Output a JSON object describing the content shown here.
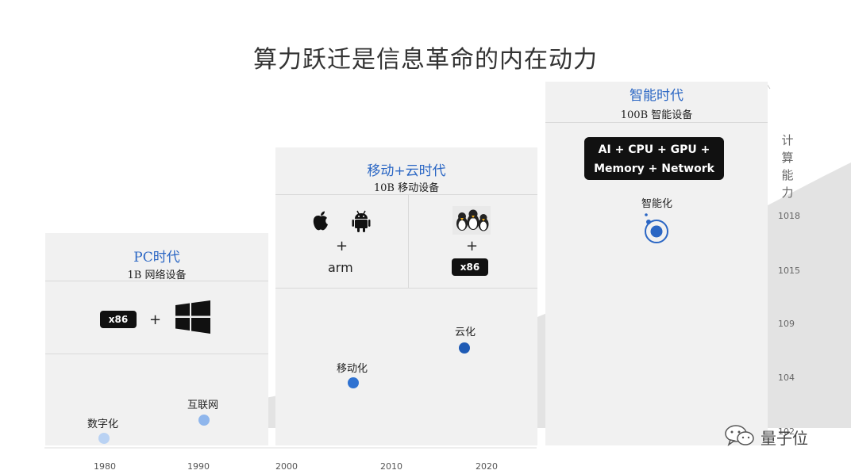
{
  "title": "算力跃迁是信息革命的内在动力",
  "eras": [
    {
      "name": "PC时代",
      "devices": "1B 网络设备",
      "badge": "x86",
      "plus": "+",
      "os_icon": "windows-logo"
    },
    {
      "name": "移动+云时代",
      "devices": "10B 移动设备",
      "left": {
        "icons": [
          "apple-logo",
          "android-logo"
        ],
        "plus": "+",
        "arch": "arm"
      },
      "right": {
        "icon": "linux-penguins",
        "plus": "+",
        "badge": "x86"
      }
    },
    {
      "name": "智能时代",
      "devices": "100B 智能设备",
      "badge": "AI + CPU + GPU +\nMemory + Network",
      "stage_icon": "intelligence-orbit-icon"
    }
  ],
  "stages": [
    "数字化",
    "互联网",
    "移动化",
    "云化",
    "智能化"
  ],
  "years": [
    "1980",
    "1990",
    "2000",
    "2010",
    "2020"
  ],
  "y_axis_label": "计算能力",
  "y_ticks": [
    "1018",
    "1015",
    "109",
    "104",
    "102"
  ],
  "watermark": "量子位",
  "colors": {
    "accent": "#2a66c4",
    "dot_light": "#8fb6ec",
    "dot_dark": "#1f5bb5",
    "panel": "#f1f1f1"
  }
}
